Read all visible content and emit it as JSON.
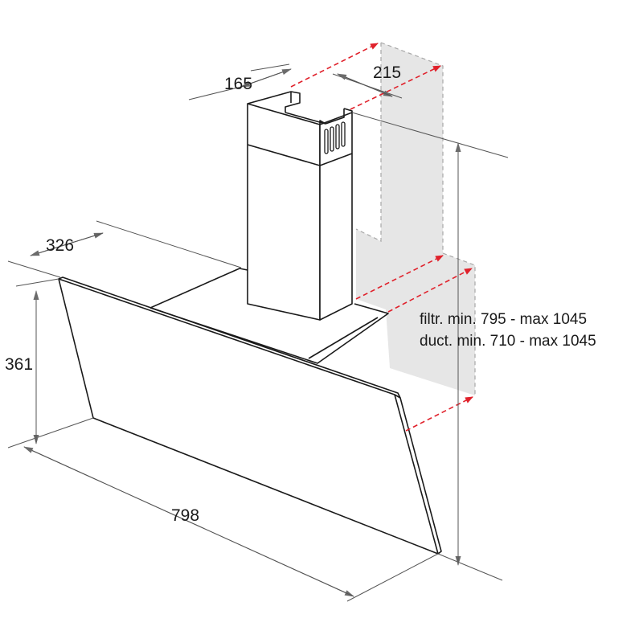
{
  "dimensions": {
    "chimney_width": "165",
    "chimney_depth": "215",
    "hood_depth": "326",
    "hood_height": "361",
    "hood_width": "798"
  },
  "notes": {
    "filtering_height": "filtr. min. 795 - max 1045",
    "ducting_height": "duct. min. 710 - max 1045"
  },
  "colors": {
    "line": "#1a1a1a",
    "dim_line": "#555555",
    "arrow_red": "#e0212b",
    "wall_area": "#e6e6e6",
    "wall_edge": "#a8a8a8"
  }
}
